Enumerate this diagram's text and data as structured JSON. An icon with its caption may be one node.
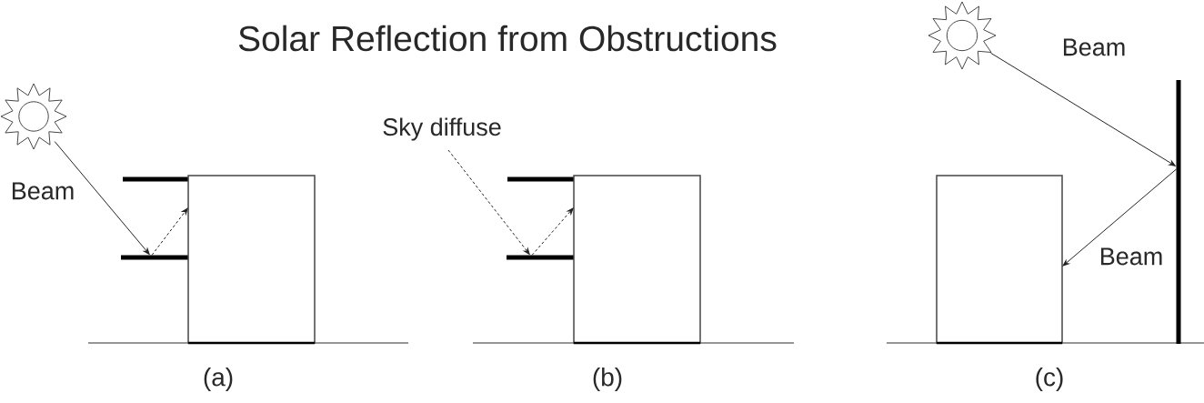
{
  "diagram": {
    "title": "Solar Reflection from Obstructions",
    "nodes": [
      {
        "text": [],
        "shape": "picture"
      },
      {
        "text": [],
        "shape": "bar"
      },
      {
        "text": [],
        "shape": "box"
      },
      {
        "text": [],
        "shape": "bar"
      },
      {
        "text": [],
        "shape": "box"
      },
      {
        "text": [],
        "shape": "picture"
      },
      {
        "text": [],
        "shape": "bar"
      },
      {
        "text": [],
        "shape": "box"
      }
    ],
    "edges": [
      {
        "from": 0,
        "to": 1,
        "arrow": "to",
        "label": "Beam"
      },
      {
        "from": 1,
        "to": 2,
        "arrow": "to",
        "style": "dashed"
      },
      {
        "from": null,
        "to": 3,
        "arrow": "to",
        "style": "dashed",
        "label": "Sky diffuse"
      },
      {
        "from": 3,
        "to": 4,
        "arrow": "to",
        "style": "dashed"
      },
      {
        "from": 5,
        "to": 6,
        "arrow": "to",
        "label": "Beam"
      },
      {
        "from": 6,
        "to": 7,
        "arrow": "to",
        "label": "Beam"
      }
    ],
    "labels": [
      "(a)",
      "(b)",
      "(c)"
    ]
  }
}
